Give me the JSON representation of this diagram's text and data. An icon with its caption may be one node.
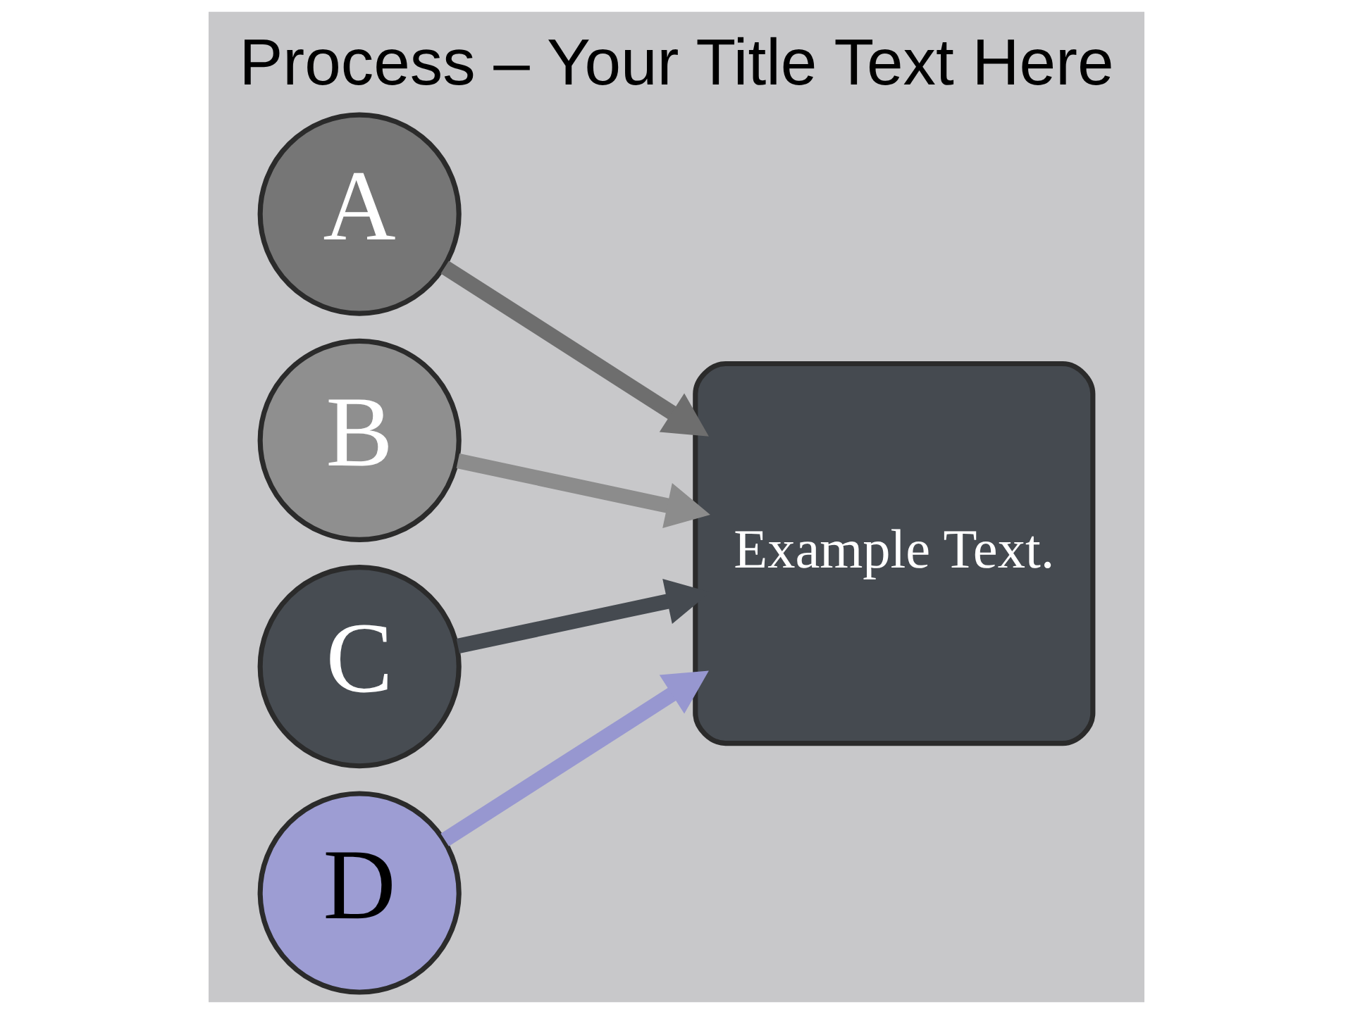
{
  "diagram": {
    "title": "Process – Your Title Text Here",
    "nodes": [
      {
        "text": [
          "A"
        ]
      },
      {
        "text": [
          "B"
        ]
      },
      {
        "text": [
          "C"
        ]
      },
      {
        "text": [
          "D"
        ]
      },
      {
        "text": [
          "Example Text."
        ]
      }
    ],
    "edges": [
      {
        "from": 0,
        "to": 4,
        "arrow": "to",
        "color": "#6e6e6e"
      },
      {
        "from": 1,
        "to": 4,
        "arrow": "to",
        "color": "#8c8c8c"
      },
      {
        "from": 2,
        "to": 4,
        "arrow": "to",
        "color": "#454a50"
      },
      {
        "from": 3,
        "to": 4,
        "arrow": "to",
        "color": "#9797d0"
      }
    ]
  }
}
